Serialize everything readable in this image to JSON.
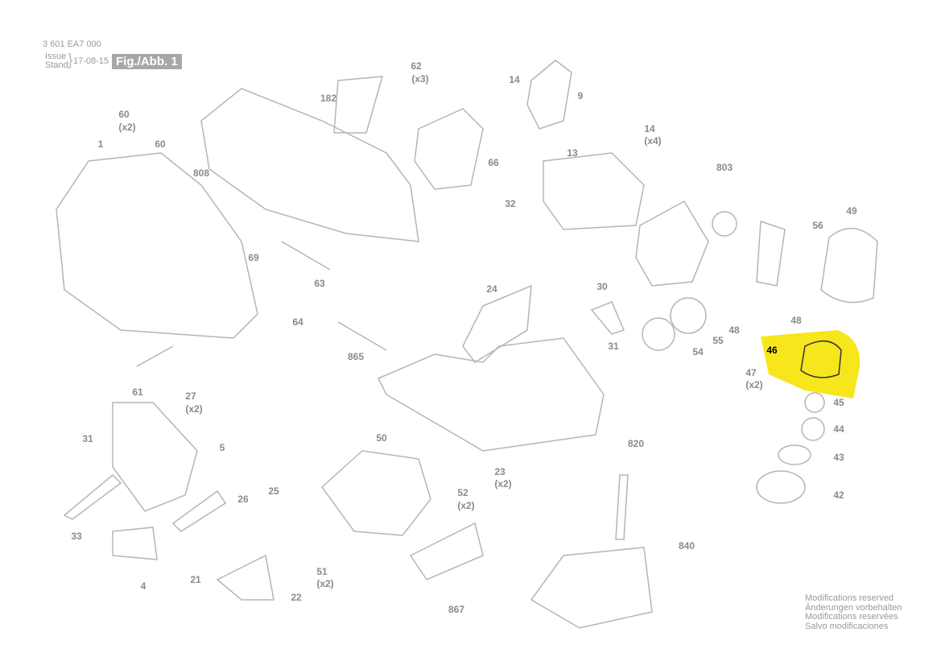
{
  "header": {
    "part_number": "3 601 EA7 000",
    "issue_label": "Issue",
    "stand_label": "Stand",
    "date": "17-08-15",
    "figure": "Fig./Abb. 1"
  },
  "highlight_color": "#f7e61c",
  "labels": [
    "62",
    "(x3)",
    "14",
    "9",
    "182",
    "60",
    "(x2)",
    "60",
    "1",
    "66",
    "13",
    "14",
    "(x4)",
    "803",
    "808",
    "32",
    "56",
    "49",
    "69",
    "63",
    "24",
    "30",
    "48",
    "48",
    "55",
    "54",
    "46",
    "47",
    "(x2)",
    "31",
    "64",
    "865",
    "45",
    "61",
    "27",
    "(x2)",
    "44",
    "820",
    "31",
    "5",
    "50",
    "43",
    "23",
    "(x2)",
    "52",
    "(x2)",
    "42",
    "25",
    "26",
    "33",
    "840",
    "51",
    "(x2)",
    "21",
    "4",
    "22",
    "867"
  ],
  "notes": [
    "Modifications reserved",
    "Änderungen vorbehalten",
    "Modifications reservées",
    "Salvo modificaciones"
  ]
}
